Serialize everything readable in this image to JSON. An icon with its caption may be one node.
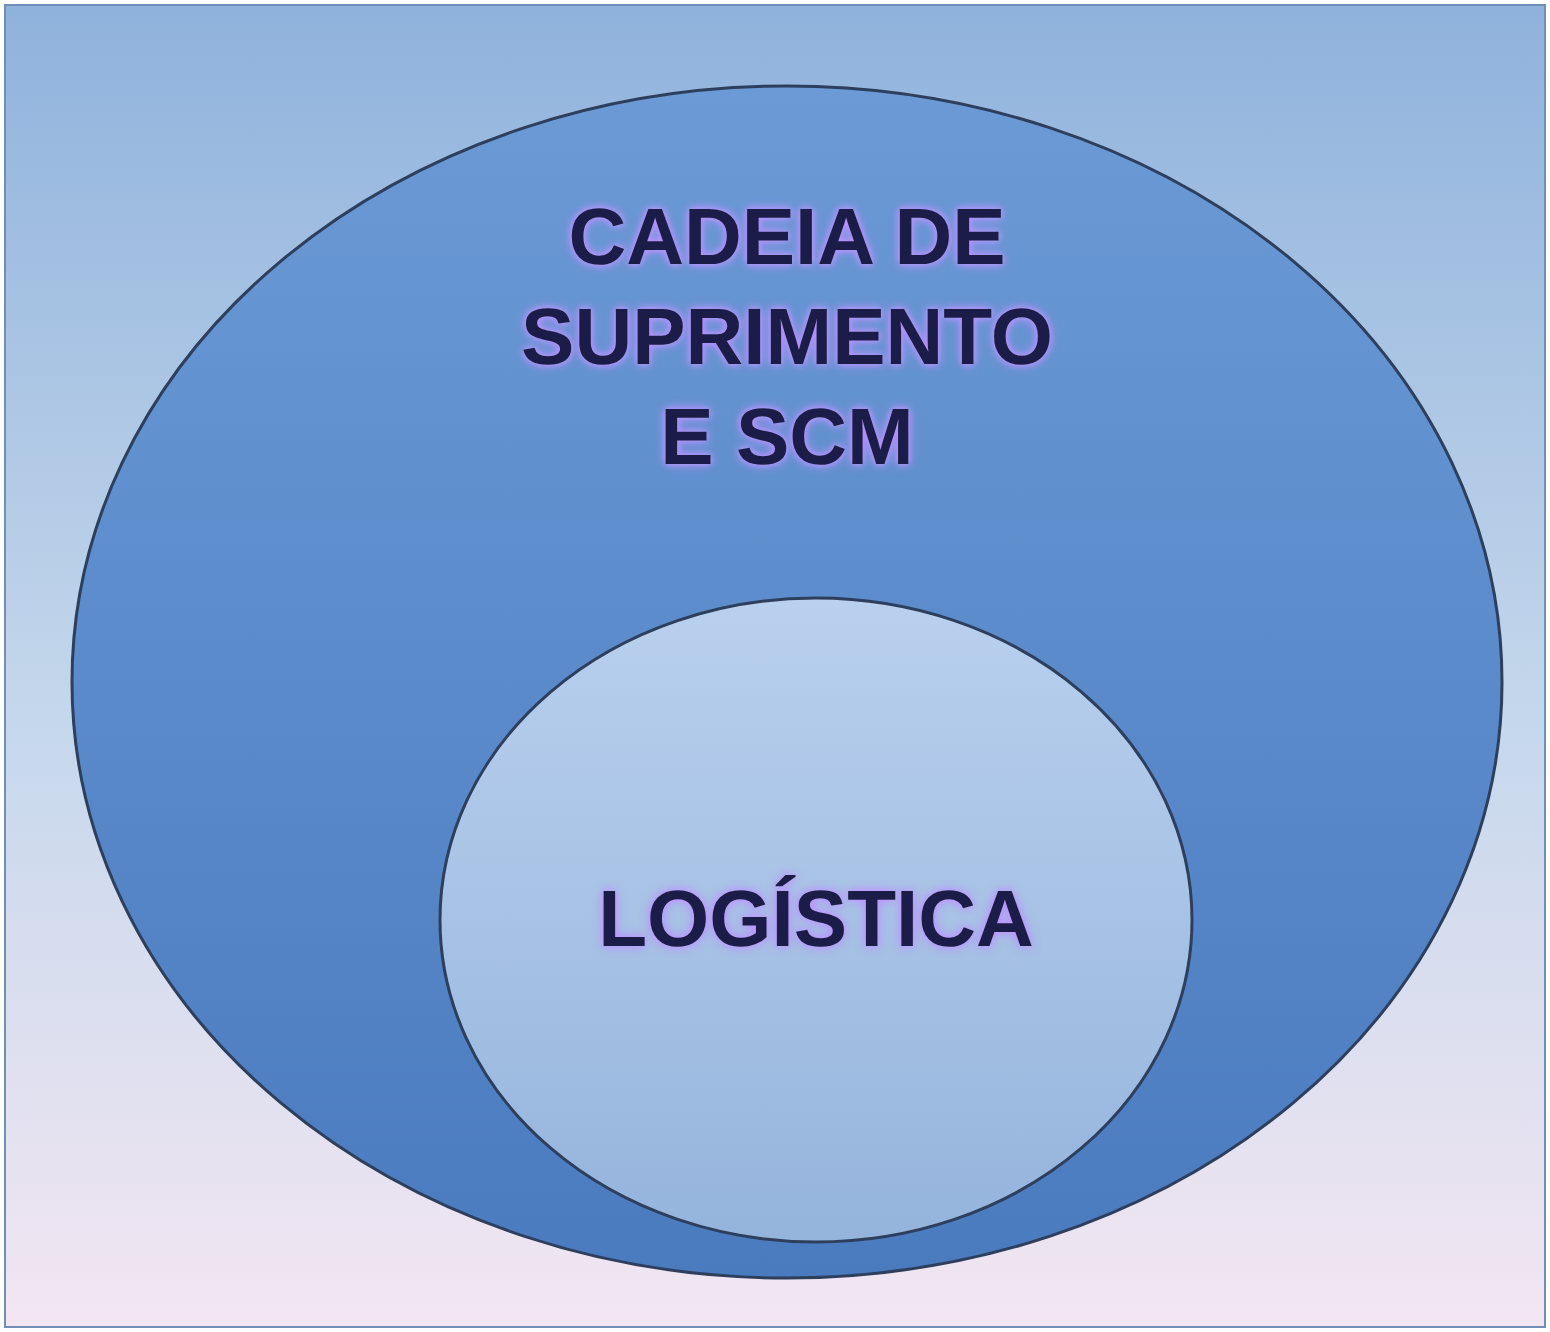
{
  "diagram": {
    "nodes": [
      {
        "text": [
          "CADEIA DE SUPRIMENTO E SCM"
        ]
      },
      {
        "text": [
          "LOGÍSTICA"
        ],
        "in": 0
      }
    ]
  }
}
